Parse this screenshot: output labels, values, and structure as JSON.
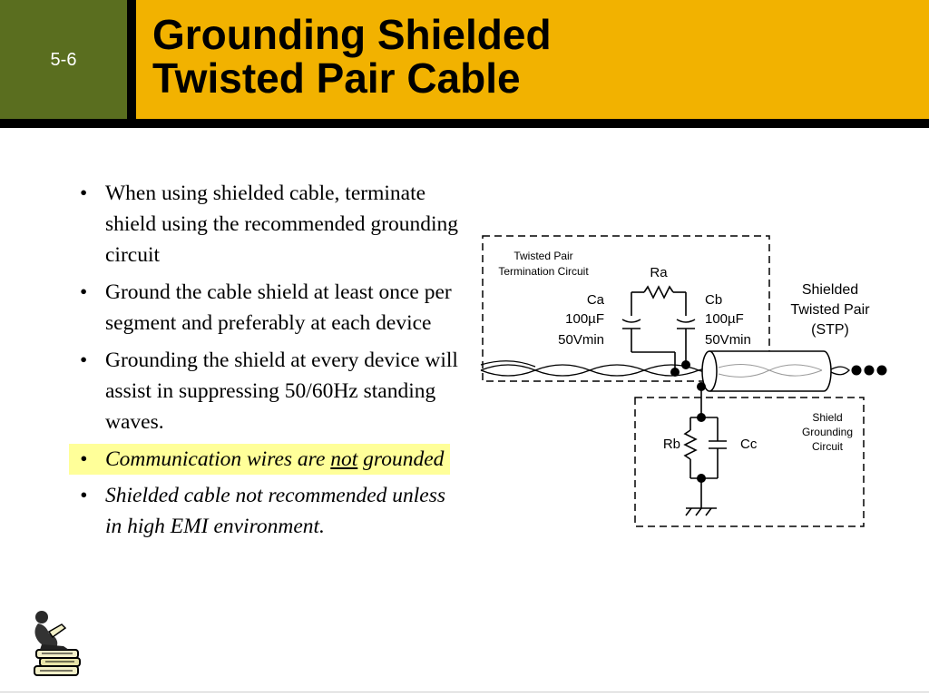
{
  "slide": {
    "number": "5-6",
    "title_line1": "Grounding Shielded",
    "title_line2": "Twisted Pair Cable"
  },
  "bullets": [
    {
      "text": "When using shielded cable, terminate shield using the recommended grounding circuit"
    },
    {
      "text": "Ground the cable shield at least once per segment and preferably at each device"
    },
    {
      "text": "Grounding the shield at every device will assist in suppressing 50/60Hz standing waves."
    },
    {
      "text_before": "Communication wires are ",
      "emphasis": "not",
      "text_after": " grounded"
    },
    {
      "text": "Shielded cable not recommended unless in high EMI environment."
    }
  ],
  "diagram": {
    "termination": {
      "line1": "Twisted Pair",
      "line2": "Termination Circuit"
    },
    "ra": "Ra",
    "ca": {
      "name": "Ca",
      "value": "100µF",
      "voltage": "50Vmin"
    },
    "cb": {
      "name": "Cb",
      "value": "100µF",
      "voltage": "50Vmin"
    },
    "stp": {
      "line1": "Shielded",
      "line2": "Twisted Pair",
      "line3": "(STP)"
    },
    "shield": {
      "line1": "Shield",
      "line2": "Grounding",
      "line3": "Circuit"
    },
    "rb": "Rb",
    "cc": "Cc"
  },
  "colors": {
    "header_green": "#5a6e1f",
    "header_yellow": "#f2b200",
    "highlight": "#ffff99"
  },
  "icons": {
    "bottom_left": "reading-person-on-books-icon"
  }
}
